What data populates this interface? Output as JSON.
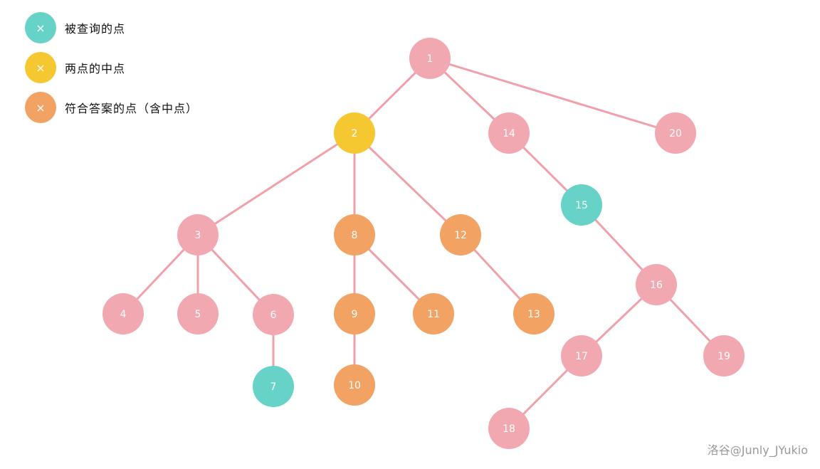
{
  "legend": [
    {
      "label": "被查询的点",
      "icon": "x-icon",
      "color": "#66d2c8"
    },
    {
      "label": "两点的中点",
      "icon": "x-icon",
      "color": "#f5c832"
    },
    {
      "label": "符合答案的点（含中点）",
      "icon": "x-icon",
      "color": "#f2a262"
    }
  ],
  "legend_mark": "×",
  "colors": {
    "normal": "#f2a8b1",
    "query": "#66d2c8",
    "mid": "#f5c832",
    "answer": "#f2a262",
    "edge": "#f0a0aa"
  },
  "nodes": [
    {
      "id": "1",
      "type": "normal"
    },
    {
      "id": "2",
      "type": "mid"
    },
    {
      "id": "3",
      "type": "normal"
    },
    {
      "id": "4",
      "type": "normal"
    },
    {
      "id": "5",
      "type": "normal"
    },
    {
      "id": "6",
      "type": "normal"
    },
    {
      "id": "7",
      "type": "query"
    },
    {
      "id": "8",
      "type": "answer"
    },
    {
      "id": "9",
      "type": "answer"
    },
    {
      "id": "10",
      "type": "answer"
    },
    {
      "id": "11",
      "type": "answer"
    },
    {
      "id": "12",
      "type": "answer"
    },
    {
      "id": "13",
      "type": "answer"
    },
    {
      "id": "14",
      "type": "normal"
    },
    {
      "id": "15",
      "type": "query"
    },
    {
      "id": "16",
      "type": "normal"
    },
    {
      "id": "17",
      "type": "normal"
    },
    {
      "id": "18",
      "type": "normal"
    },
    {
      "id": "19",
      "type": "normal"
    },
    {
      "id": "20",
      "type": "normal"
    }
  ],
  "edges": [
    [
      "1",
      "2"
    ],
    [
      "1",
      "14"
    ],
    [
      "1",
      "20"
    ],
    [
      "2",
      "3"
    ],
    [
      "2",
      "8"
    ],
    [
      "2",
      "12"
    ],
    [
      "3",
      "4"
    ],
    [
      "3",
      "5"
    ],
    [
      "3",
      "6"
    ],
    [
      "6",
      "7"
    ],
    [
      "8",
      "9"
    ],
    [
      "8",
      "11"
    ],
    [
      "9",
      "10"
    ],
    [
      "12",
      "13"
    ],
    [
      "14",
      "15"
    ],
    [
      "15",
      "16"
    ],
    [
      "16",
      "17"
    ],
    [
      "16",
      "19"
    ],
    [
      "17",
      "18"
    ]
  ],
  "watermark": "洛谷@Junly_JYukio"
}
